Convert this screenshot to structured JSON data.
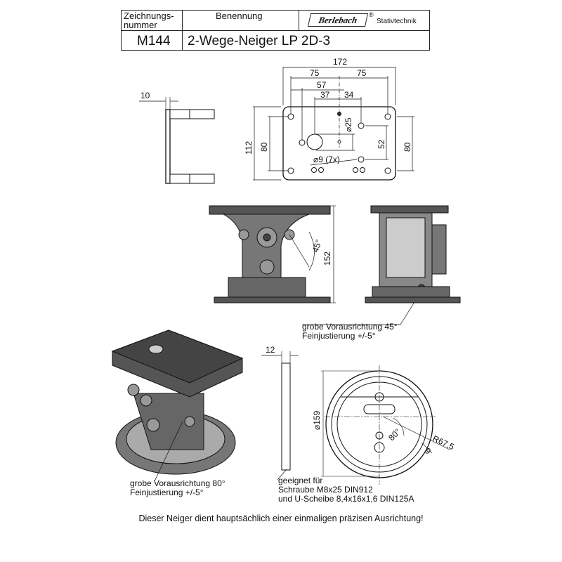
{
  "header": {
    "drawing_number_label": "Zeichnungs-\nnummer",
    "drawing_number_label_1": "Zeichnungs-",
    "drawing_number_label_2": "nummer",
    "name_label": "Benennung",
    "brand": "Berlebach",
    "brand_mark": "®",
    "brand_sub": "Stativtechnik",
    "drawing_number": "M144",
    "product_name": "2-Wege-Neiger LP 2D-3"
  },
  "dimensions": {
    "width_total": "172",
    "half_left": "75",
    "half_right": "75",
    "d57": "57",
    "d37": "37",
    "d34": "34",
    "dia25": "⌀25",
    "height_plate": "112",
    "h80_left": "80",
    "h80_right": "80",
    "h52": "52",
    "holes": "⌀9 (7x)",
    "side_thickness": "10",
    "angle45": "45°",
    "height152": "152",
    "disc_thickness": "12",
    "dia159": "⌀159",
    "angle80": "80°",
    "radius": "R67,5",
    "slot_width": "9"
  },
  "notes": {
    "coarse45": "grobe Vorausrichtung 45°",
    "fine45": "Feinjustierung +/-5°",
    "coarse80": "grobe Vorausrichtung 80°",
    "fine80": "Feinjustierung +/-5°",
    "suitable_1": "geeignet für",
    "suitable_2": "Schraube M8x25 DIN912",
    "suitable_3": "und U-Scheibe 8,4x16x1,6 DIN125A"
  },
  "footer": "Dieser Neiger dient hauptsächlich einer einmaligen präzisen Ausrichtung!"
}
